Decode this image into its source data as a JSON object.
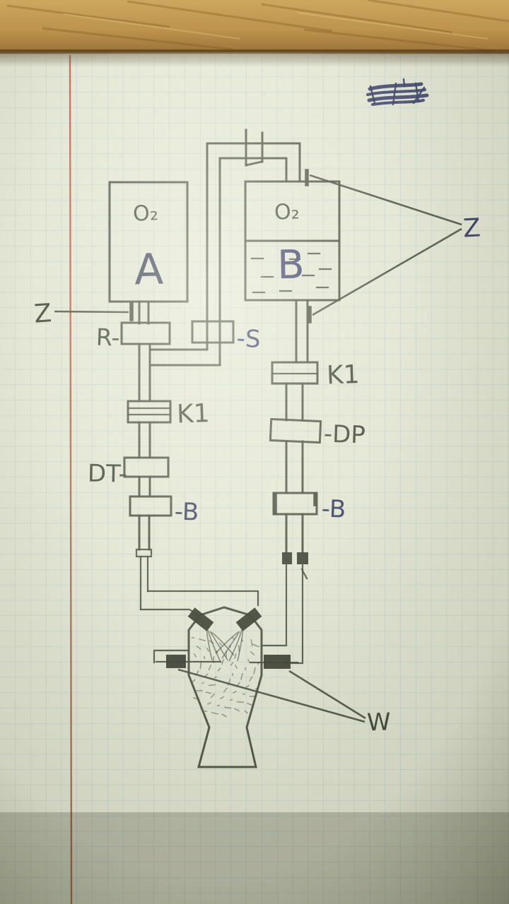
{
  "page": {
    "description": "hand-drawn rocket oxygen feed system schematic on graph paper, photographed on a wooden desk"
  },
  "tanks": {
    "a": {
      "gas": "O₂",
      "name": "A"
    },
    "b": {
      "gas": "O₂",
      "name": "B"
    }
  },
  "labels": {
    "z_left": "Z",
    "z_right": "Z",
    "valve_r": "R-",
    "valve_s": "-S",
    "k1_left": "K1",
    "k1_right": "K1",
    "valve_dt": "DT-",
    "valve_dp": "-DP",
    "valve_b_left": "-B",
    "valve_b_right": "-B",
    "w": "W"
  },
  "colors": {
    "ink": "#3a4033",
    "ink-dark": "#2c3026",
    "blue": "#2e3560",
    "paper": "#e3e5d4",
    "grid": "#8fb3bd",
    "margin": "#b04a32",
    "wood-light": "#d2ab61",
    "wood-dark": "#a0783a"
  }
}
